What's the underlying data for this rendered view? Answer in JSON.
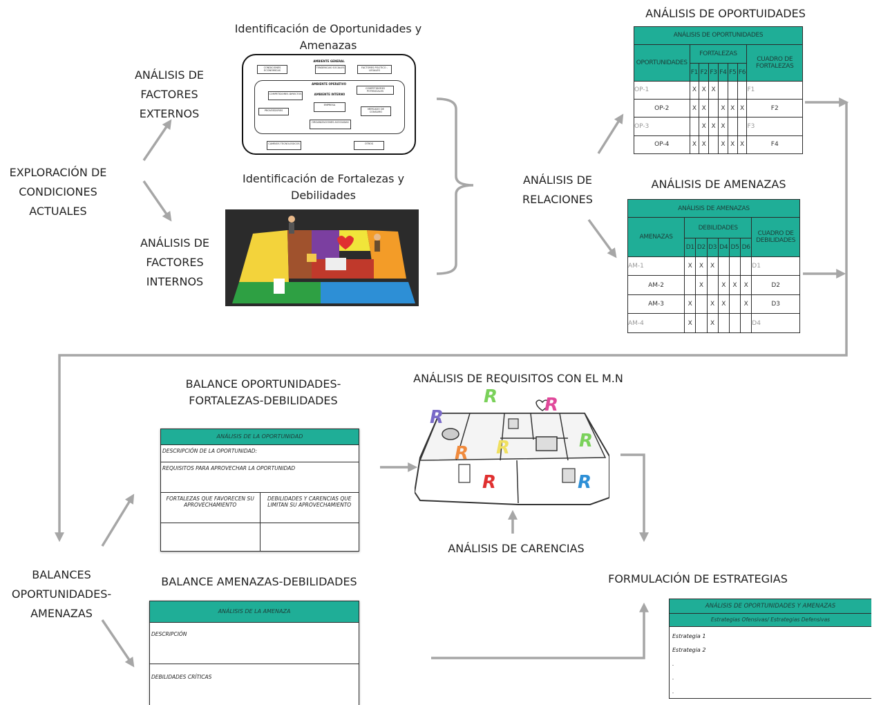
{
  "labels": {
    "exploracion": "EXPLORACIÓN DE CONDICIONES ACTUALES",
    "externos": "ANÁLISIS DE FACTORES EXTERNOS",
    "internos": "ANÁLISIS DE FACTORES INTERNOS",
    "relaciones": "ANÁLISIS DE RELACIONES",
    "balances": "BALANCES OPORTUNIDADES-AMENAZAS",
    "carencias": "ANÁLISIS DE CARENCIAS"
  },
  "titles": {
    "oportunidades_amenazas": "Identificación de Oportunidades y Amenazas",
    "fortalezas_debilidades": "Identificación de Fortalezas y Debilidades",
    "analisis_oportunidades": "ANÁLISIS DE OPORTUIDADES",
    "analisis_amenazas": "ANÁLISIS DE AMENAZAS",
    "balance_ofd": "BALANCE  OPORTUNIDADES-FORTALEZAS-DEBILIDADES",
    "requisitos": "ANÁLISIS DE REQUISITOS CON EL M.N",
    "balance_ad": "BALANCE  AMENAZAS-DEBILIDADES",
    "estrategias": "FORMULACIÓN DE ESTRATEGIAS"
  },
  "env_diagram": {
    "general": "AMBIENTE GENERAL",
    "operativo": "AMBIENTE OPERATIVO",
    "interno": "AMBIENTE INTERNO",
    "empresa": "EMPRESA",
    "condiciones": "CONDICIONES ECONÓMICAS",
    "tendencias": "TENDENCIAS SOCIALES",
    "factores": "FACTORES POLÍTICO - LEGALES",
    "competidores": "COMPETIDORES DIRECTOS",
    "competidores_pot": "COMPETIDORES POTENCIALES",
    "proveedores": "PROVEEDORES",
    "mercado": "MERCADO DE CONSUMO",
    "organizaciones": "ORGANIZACIONES ASOCIADAS",
    "cambios": "CAMBIOS TECNOLÓGICOS",
    "otros": "OTROS"
  },
  "oport_table": {
    "header": "ANÁLISIS DE OPORTUNIDADES",
    "col_op": "OPORTUNIDADES",
    "col_f": "FORTALEZAS",
    "col_cuadro": "CUADRO DE FORTALEZAS",
    "subs": [
      "F1",
      "F2",
      "F3",
      "F4",
      "F5",
      "F6"
    ],
    "rows": [
      {
        "name": "OP-1",
        "marks": [
          "X",
          "X",
          "X",
          "",
          "",
          ""
        ],
        "res": "F1",
        "left": true
      },
      {
        "name": "OP-2",
        "marks": [
          "X",
          "X",
          "",
          "X",
          "X",
          "X"
        ],
        "res": "F2",
        "left": false
      },
      {
        "name": "OP-3",
        "marks": [
          "",
          "X",
          "X",
          "X",
          "",
          ""
        ],
        "res": "F3",
        "left": true
      },
      {
        "name": "OP-4",
        "marks": [
          "X",
          "X",
          "",
          "X",
          "X",
          "X"
        ],
        "res": "F4",
        "left": false
      }
    ]
  },
  "amen_table": {
    "header": "ANÁLISIS DE AMENAZAS",
    "col_am": "AMENAZAS",
    "col_d": "DEBILIDADES",
    "col_cuadro": "CUADRO DE DEBILIDADES",
    "subs": [
      "D1",
      "D2",
      "D3",
      "D4",
      "D5",
      "D6"
    ],
    "rows": [
      {
        "name": "AM-1",
        "marks": [
          "X",
          "X",
          "X",
          "",
          "",
          ""
        ],
        "res": "D1",
        "left": true
      },
      {
        "name": "AM-2",
        "marks": [
          "",
          "X",
          "",
          "X",
          "X",
          "X"
        ],
        "res": "D2",
        "left": false
      },
      {
        "name": "AM-3",
        "marks": [
          "X",
          "",
          "X",
          "X",
          "",
          "X"
        ],
        "res": "D3",
        "left": false
      },
      {
        "name": "AM-4",
        "marks": [
          "X",
          "",
          "X",
          "",
          "",
          ""
        ],
        "res": "D4",
        "left": true
      }
    ]
  },
  "card_oport": {
    "header": "ANÁLISIS DE LA OPORTUNIDAD",
    "desc": "DESCRIPCIÓN DE LA OPORTUNIDAD:",
    "req": "REQUISITOS PARA APROVECHAR LA OPORTUNIDAD",
    "fort": "FORTALEZAS QUE FAVORECEN SU APROVECHAMIENTO",
    "deb": "DEBILIDADES Y CARENCIAS QUE LIMITAN SU APROVECHAMIENTO"
  },
  "card_amen": {
    "header": "ANÁLISIS DE LA AMENAZA",
    "desc": "DESCRIPCIÓN",
    "deb": "DEBILIDADES CRÍTICAS"
  },
  "card_estr": {
    "header": "ANÁLISIS DE OPORTUNIDADES Y AMENAZAS",
    "sub": "Estrategias Ofensivas/ Estrategias Defensivas",
    "items": [
      "Estrategia 1",
      "Estrategia 2",
      ".",
      ".",
      "."
    ]
  },
  "colors": {
    "teal": "#1fae97",
    "arrow": "#a6a6a6"
  }
}
